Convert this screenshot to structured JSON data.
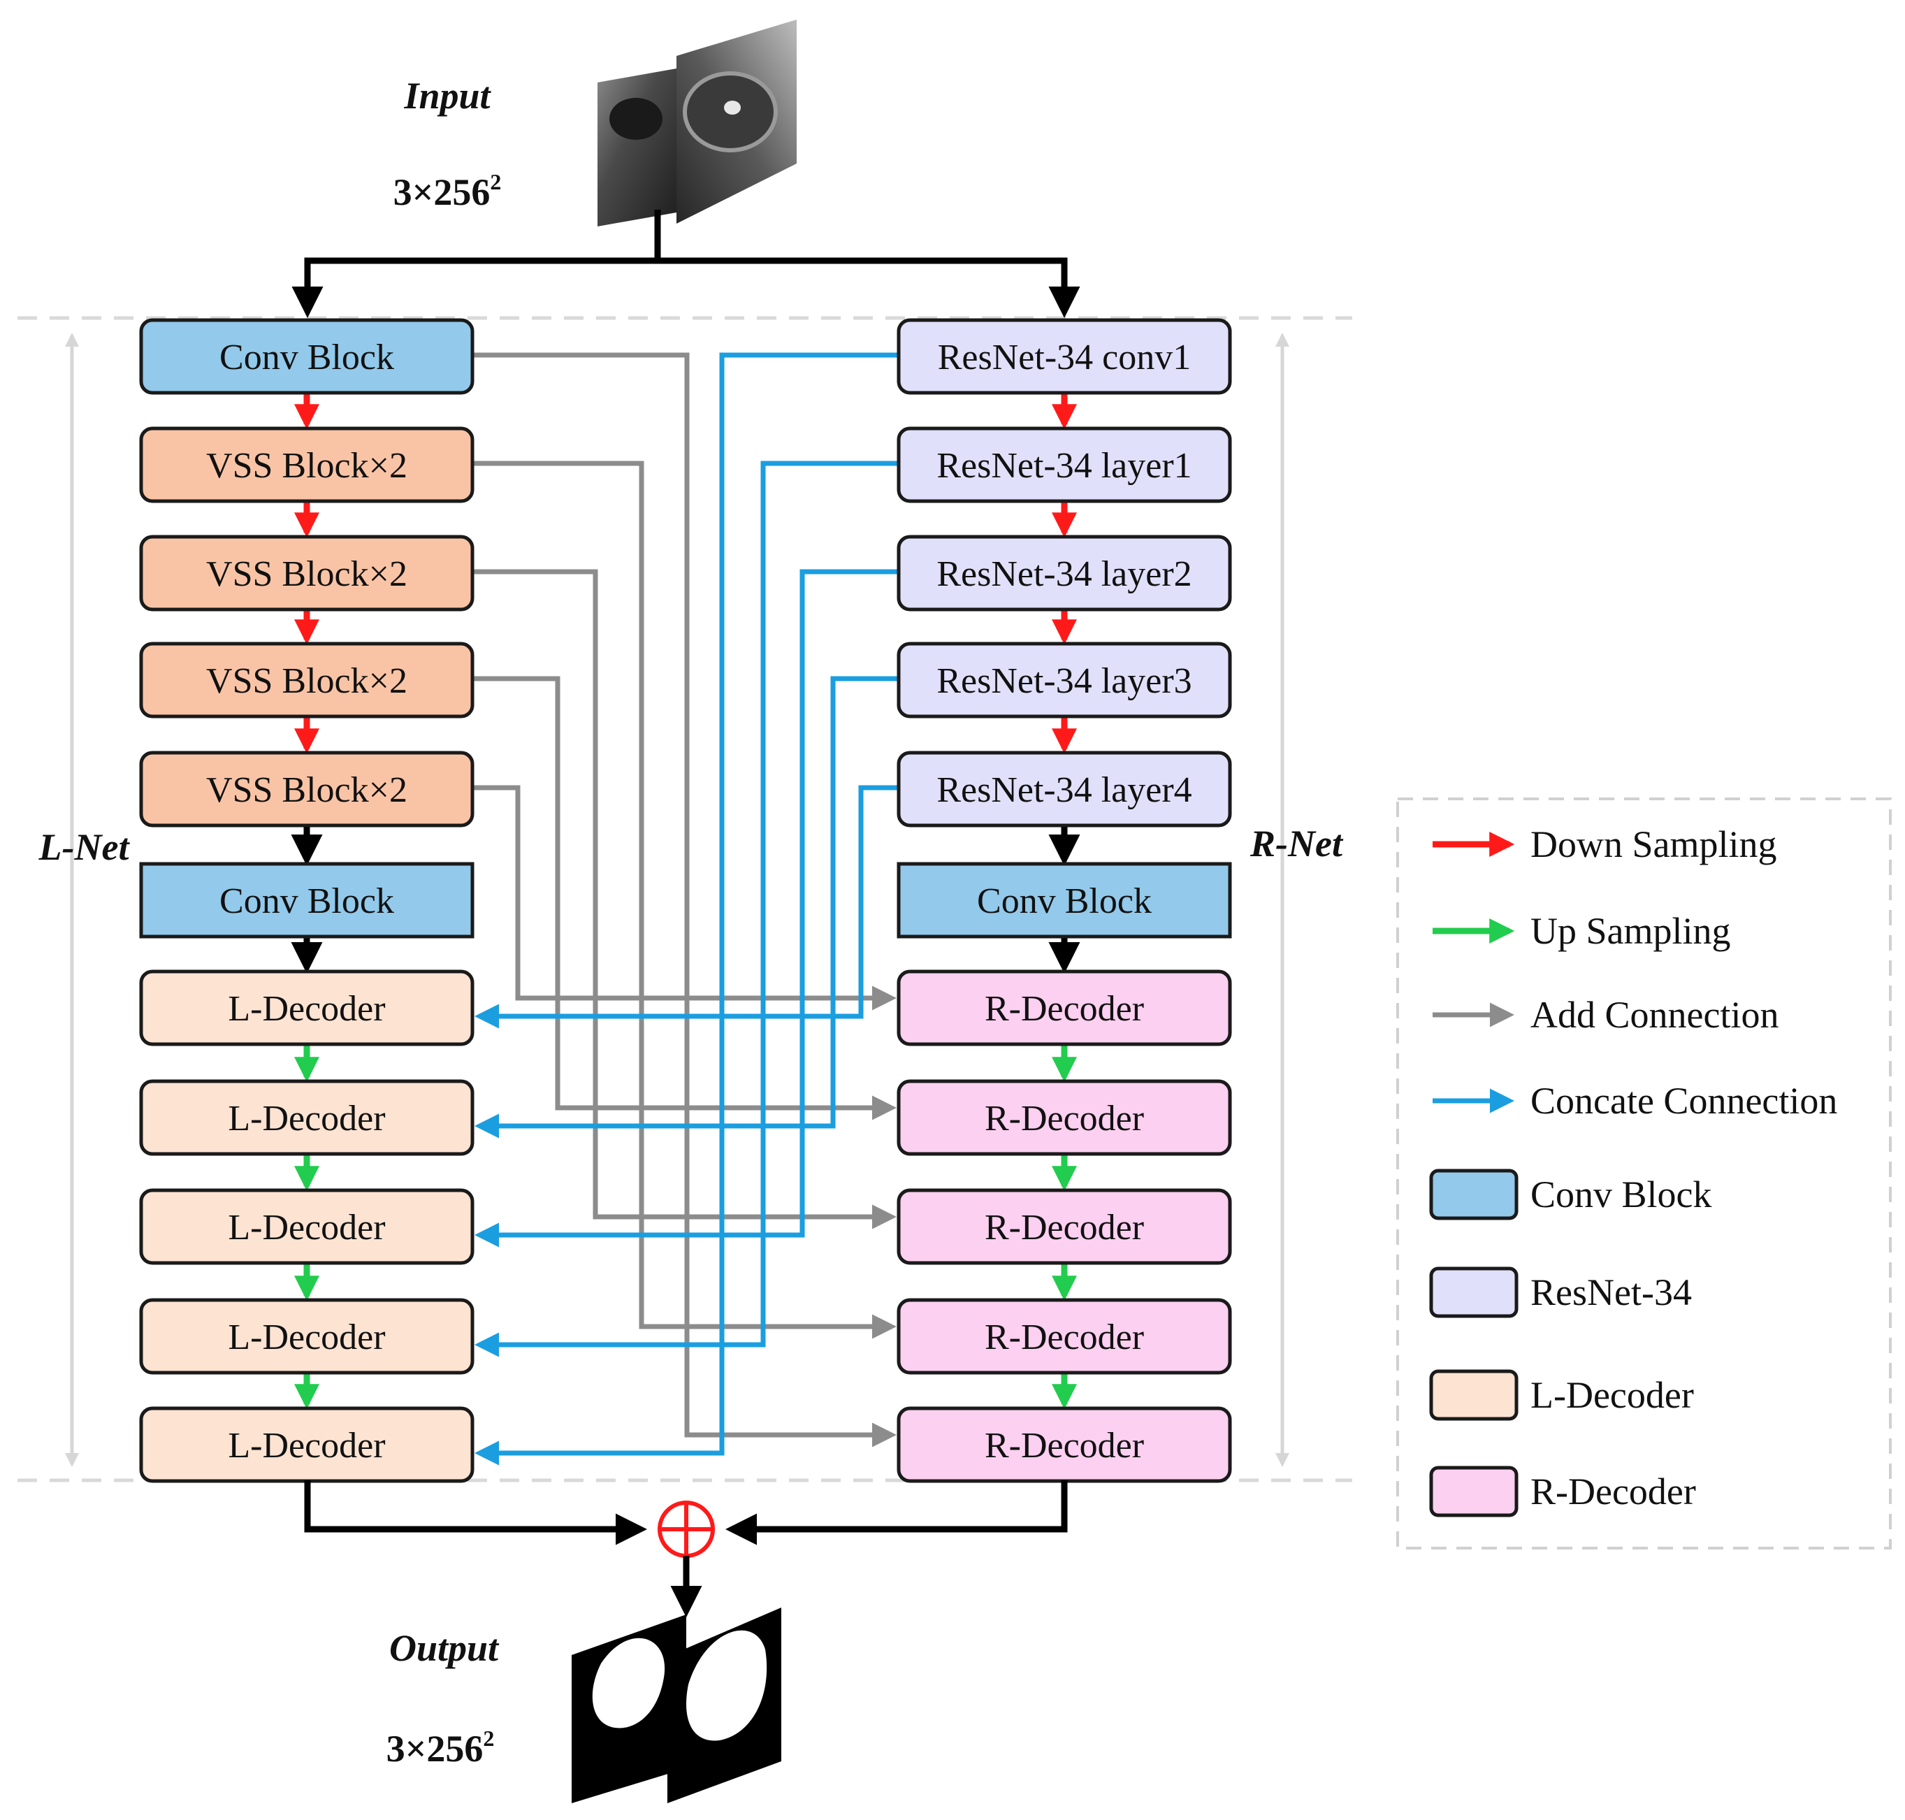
{
  "input": {
    "title": "Input",
    "size_base": "3×256",
    "size_exp": "2"
  },
  "output": {
    "title": "Output",
    "size_base": "3×256",
    "size_exp": "2"
  },
  "lnet": {
    "label": "L-Net",
    "encoder": [
      "Conv Block",
      "VSS Block×2",
      "VSS Block×2",
      "VSS Block×2",
      "VSS Block×2"
    ],
    "bottleneck": "Conv Block",
    "decoders": [
      "L-Decoder",
      "L-Decoder",
      "L-Decoder",
      "L-Decoder",
      "L-Decoder"
    ]
  },
  "rnet": {
    "label": "R-Net",
    "encoder": [
      "ResNet-34 conv1",
      "ResNet-34 layer1",
      "ResNet-34 layer2",
      "ResNet-34 layer3",
      "ResNet-34 layer4"
    ],
    "bottleneck": "Conv Block",
    "decoders": [
      "R-Decoder",
      "R-Decoder",
      "R-Decoder",
      "R-Decoder",
      "R-Decoder"
    ]
  },
  "legend": {
    "arrows": [
      {
        "label": "Down Sampling",
        "color": "#ff1a1a"
      },
      {
        "label": "Up Sampling",
        "color": "#22cc4e"
      },
      {
        "label": "Add Connection",
        "color": "#8c8c8c"
      },
      {
        "label": "Concate Connection",
        "color": "#1a9ee0"
      }
    ],
    "swatches": [
      {
        "label": "Conv Block",
        "color": "#93c9ea"
      },
      {
        "label": "ResNet-34",
        "color": "#e0e0fb"
      },
      {
        "label": "L-Decoder",
        "color": "#fde3d2"
      },
      {
        "label": "R-Decoder",
        "color": "#fcd0f0"
      }
    ]
  },
  "colors": {
    "conv": "#93c9ea",
    "vss": "#f9c4a6",
    "ldec": "#fde3d2",
    "resnet": "#e0e0fb",
    "rdec": "#fcd0f0",
    "add": "#8c8c8c",
    "concat": "#1a9ee0",
    "down": "#ff1a1a",
    "up": "#22cc4e",
    "sum": "#ff1a1a"
  }
}
